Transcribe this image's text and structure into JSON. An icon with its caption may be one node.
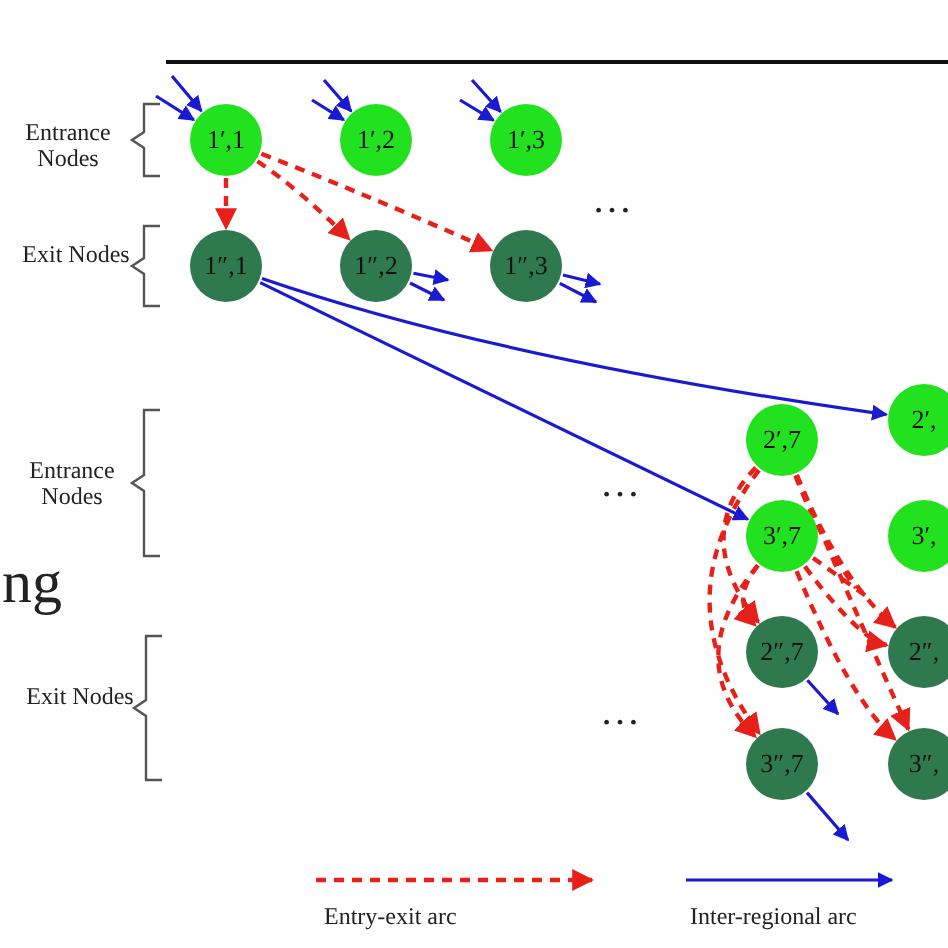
{
  "diagram": {
    "nodes": [
      {
        "text": [
          "1′,1"
        ]
      },
      {
        "text": [
          "1′,2"
        ]
      },
      {
        "text": [
          "1′,3"
        ]
      },
      {
        "text": [
          "1″,1"
        ]
      },
      {
        "text": [
          "1″,2"
        ]
      },
      {
        "text": [
          "1″,3"
        ]
      },
      {
        "text": [
          "2′,7"
        ]
      },
      {
        "text": [
          "2′,"
        ]
      },
      {
        "text": [
          "3′,7"
        ]
      },
      {
        "text": [
          "3′,"
        ]
      },
      {
        "text": [
          "2″,7"
        ]
      },
      {
        "text": [
          "2″,"
        ]
      },
      {
        "text": [
          "3″,7"
        ]
      },
      {
        "text": [
          "3″,"
        ]
      }
    ],
    "edges": [
      {
        "from": null,
        "to": 0,
        "arrow": "to"
      },
      {
        "from": null,
        "to": 0,
        "arrow": "to"
      },
      {
        "from": null,
        "to": 1,
        "arrow": "to"
      },
      {
        "from": null,
        "to": 1,
        "arrow": "to"
      },
      {
        "from": null,
        "to": 2,
        "arrow": "to"
      },
      {
        "from": null,
        "to": 2,
        "arrow": "to"
      },
      {
        "from": 0,
        "to": 3,
        "arrow": "to",
        "style": "dashed",
        "color": "#e8201a"
      },
      {
        "from": 0,
        "to": 4,
        "arrow": "to",
        "style": "dashed",
        "color": "#e8201a"
      },
      {
        "from": 0,
        "to": 5,
        "arrow": "to",
        "style": "dashed",
        "color": "#e8201a"
      },
      {
        "from": 4,
        "to": null,
        "arrow": "to"
      },
      {
        "from": 4,
        "to": null,
        "arrow": "to"
      },
      {
        "from": 5,
        "to": null,
        "arrow": "to"
      },
      {
        "from": 5,
        "to": null,
        "arrow": "to"
      },
      {
        "from": 3,
        "to": 7,
        "arrow": "to"
      },
      {
        "from": 3,
        "to": 8,
        "arrow": "to"
      },
      {
        "from": 6,
        "to": 10,
        "arrow": "to",
        "style": "dashed",
        "color": "#e8201a"
      },
      {
        "from": 6,
        "to": 12,
        "arrow": "to",
        "style": "dashed",
        "color": "#e8201a"
      },
      {
        "from": 8,
        "to": 10,
        "arrow": "to",
        "style": "dashed",
        "color": "#e8201a"
      },
      {
        "from": 8,
        "to": 12,
        "arrow": "to",
        "style": "dashed",
        "color": "#e8201a"
      },
      {
        "from": 6,
        "to": 11,
        "arrow": "to",
        "style": "dashed",
        "color": "#e8201a"
      },
      {
        "from": 6,
        "to": 13,
        "arrow": "to",
        "style": "dashed",
        "color": "#e8201a"
      },
      {
        "from": 8,
        "to": 11,
        "arrow": "to",
        "style": "dashed",
        "color": "#e8201a"
      },
      {
        "from": 8,
        "to": 13,
        "arrow": "to",
        "style": "dashed",
        "color": "#e8201a"
      },
      {
        "from": 6,
        "to": null,
        "arrow": "none",
        "style": "dashed",
        "color": "#e8201a"
      },
      {
        "from": 8,
        "to": null,
        "arrow": "none",
        "style": "dashed",
        "color": "#e8201a"
      },
      {
        "from": 10,
        "to": null,
        "arrow": "to"
      },
      {
        "from": 12,
        "to": null,
        "arrow": "to"
      }
    ],
    "labels": [
      "Entrance Nodes",
      "Exit Nodes",
      "…",
      "Entrance Nodes",
      "…",
      "ng",
      "Exit Nodes",
      "…"
    ],
    "legend": [
      {
        "text": "Entry-exit arc"
      },
      {
        "text": "Inter-regional arc"
      }
    ]
  }
}
